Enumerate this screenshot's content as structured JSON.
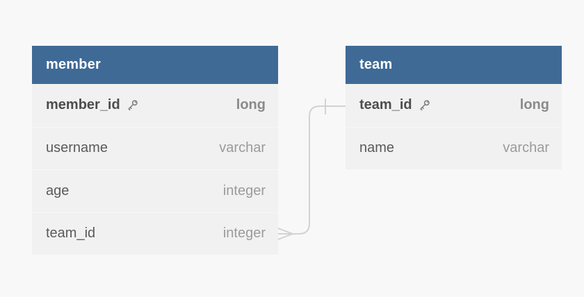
{
  "diagram": {
    "kind": "database-schema",
    "background_color": "#f8f8f8",
    "table_header_color": "#3f6a96",
    "table_body_color": "#f1f1f1",
    "relationship_line_color": "#d2d2d2",
    "key_icon": "key-icon"
  },
  "tables": [
    {
      "title": "member",
      "columns": [
        {
          "name": "member_id",
          "type": "long",
          "pk": true
        },
        {
          "name": "username",
          "type": "varchar",
          "pk": false
        },
        {
          "name": "age",
          "type": "integer",
          "pk": false
        },
        {
          "name": "team_id",
          "type": "integer",
          "pk": false
        }
      ]
    },
    {
      "title": "team",
      "columns": [
        {
          "name": "team_id",
          "type": "long",
          "pk": true
        },
        {
          "name": "name",
          "type": "varchar",
          "pk": false
        }
      ]
    }
  ],
  "relationships": [
    {
      "from_table": "member",
      "from_column": "team_id",
      "from_cardinality": "many",
      "to_table": "team",
      "to_column": "team_id",
      "to_cardinality": "one"
    }
  ]
}
